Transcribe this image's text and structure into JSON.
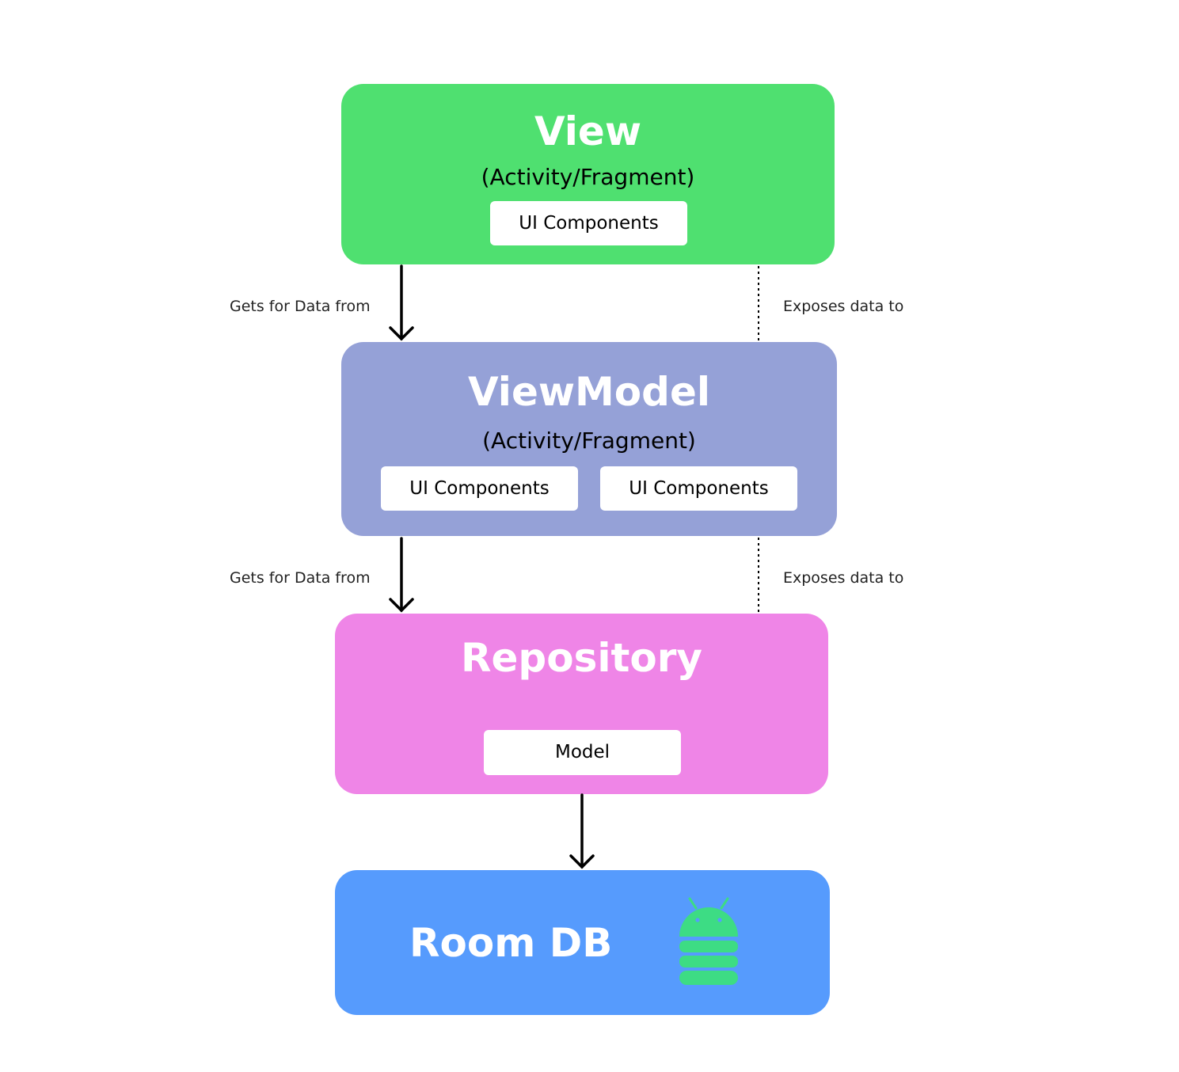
{
  "view": {
    "title": "View",
    "subtitle": "(Activity/Fragment)",
    "chip": "UI Components",
    "color": "#4fe070"
  },
  "viewmodel": {
    "title": "ViewModel",
    "subtitle": "(Activity/Fragment)",
    "chips": [
      "UI Components",
      "UI Components"
    ],
    "color": "#95a1d7"
  },
  "repository": {
    "title": "Repository",
    "chip": "Model",
    "color": "#ef85e7"
  },
  "roomdb": {
    "title": "Room DB",
    "icon": "android-database-icon",
    "color": "#569bfd",
    "icon_color": "#3ddc84"
  },
  "edges": {
    "view_to_viewmodel": "Gets for Data from",
    "viewmodel_to_view": "Exposes data to",
    "viewmodel_to_repository": "Gets for Data from",
    "repository_to_viewmodel": "Exposes data to"
  }
}
